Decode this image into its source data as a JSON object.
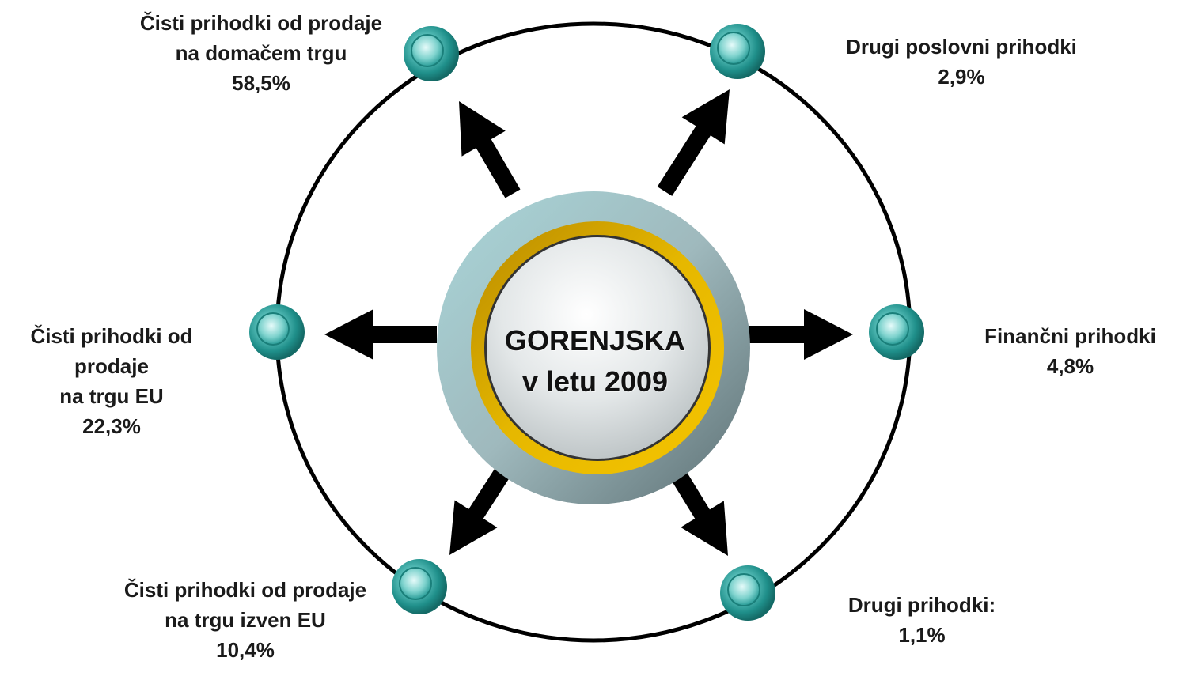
{
  "center": {
    "line1": "GORENJSKA",
    "line2": "v letu 2009"
  },
  "nodes": [
    {
      "id": "domestic",
      "lines": [
        "Čisti prihodki od prodaje",
        "na domačem trgu",
        "58,5%"
      ]
    },
    {
      "id": "other-operating",
      "lines": [
        "Drugi poslovni prihodki",
        "2,9%"
      ]
    },
    {
      "id": "financial",
      "lines": [
        "Finančni prihodki",
        "4,8%"
      ]
    },
    {
      "id": "other",
      "lines": [
        "Drugi prihodki:",
        "1,1%"
      ]
    },
    {
      "id": "outside-eu",
      "lines": [
        "Čisti prihodki od prodaje",
        "na trgu izven EU",
        "10,4%"
      ]
    },
    {
      "id": "eu",
      "lines": [
        "Čisti prihodki od",
        "prodaje",
        "na trgu EU",
        "22,3%"
      ]
    }
  ],
  "colors": {
    "ring": "#000000",
    "node": "#2a9d98",
    "arrow": "#000000",
    "gold": "#d4a600"
  }
}
